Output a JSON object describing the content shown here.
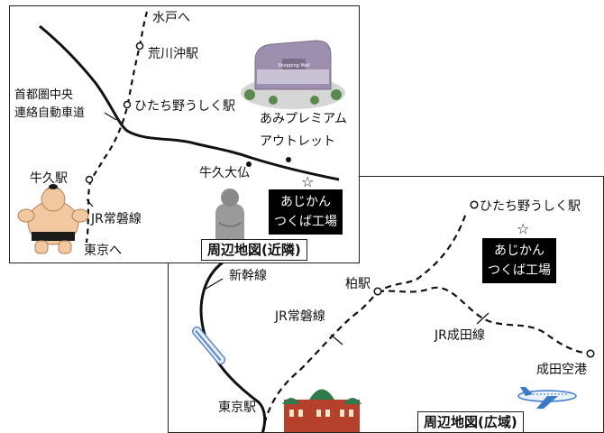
{
  "near_map": {
    "title": "周辺地図(近隣)",
    "labels": {
      "mito": "水戸へ",
      "arakawaoki": "荒川沖駅",
      "expressway_line1": "首都圏中央",
      "expressway_line2": "連絡自動車道",
      "hitachino": "ひたち野うしく駅",
      "outlet_line1": "あみプレミアム",
      "outlet_line2": "アウトレット",
      "ushiku_station": "牛久駅",
      "daibutsu": "牛久大仏",
      "jr_joban": "JR常磐線",
      "to_tokyo": "東京へ"
    },
    "factory": {
      "line1": "あじかん",
      "line2": "つくば工場"
    },
    "star": "☆"
  },
  "wide_map": {
    "title": "周辺地図(広域)",
    "labels": {
      "shinkansen": "新幹線",
      "kashiwa": "柏駅",
      "hitachino": "ひたち野うしく駅",
      "jr_joban": "JR常磐線",
      "jr_narita": "JR成田線",
      "narita_airport": "成田空港",
      "tokyo_station": "東京駅"
    },
    "factory": {
      "line1": "あじかん",
      "line2": "つくば工場"
    },
    "star": "☆"
  },
  "illustrations": {
    "near_sumo": "sumo-wrestler-illustration",
    "near_buddha": "buddha-statue-illustration",
    "near_outlet": "outlet-mall-illustration",
    "outlet_sign_text": "Shopping Mall",
    "wide_train": "shinkansen-illustration",
    "wide_plane": "airplane-illustration",
    "wide_station": "tokyo-station-illustration"
  },
  "colors": {
    "line": "#111111",
    "factory_bg": "#000000",
    "factory_text": "#ffffff",
    "station_red": "#b5402c",
    "station_dome": "#2f7a4a",
    "buddha": "#9a9a9a",
    "sumo_skin": "#f2c8a0",
    "sumo_belt": "#1a1a1a",
    "plane_blue": "#3a78c8",
    "train_blue": "#5b86c8"
  }
}
